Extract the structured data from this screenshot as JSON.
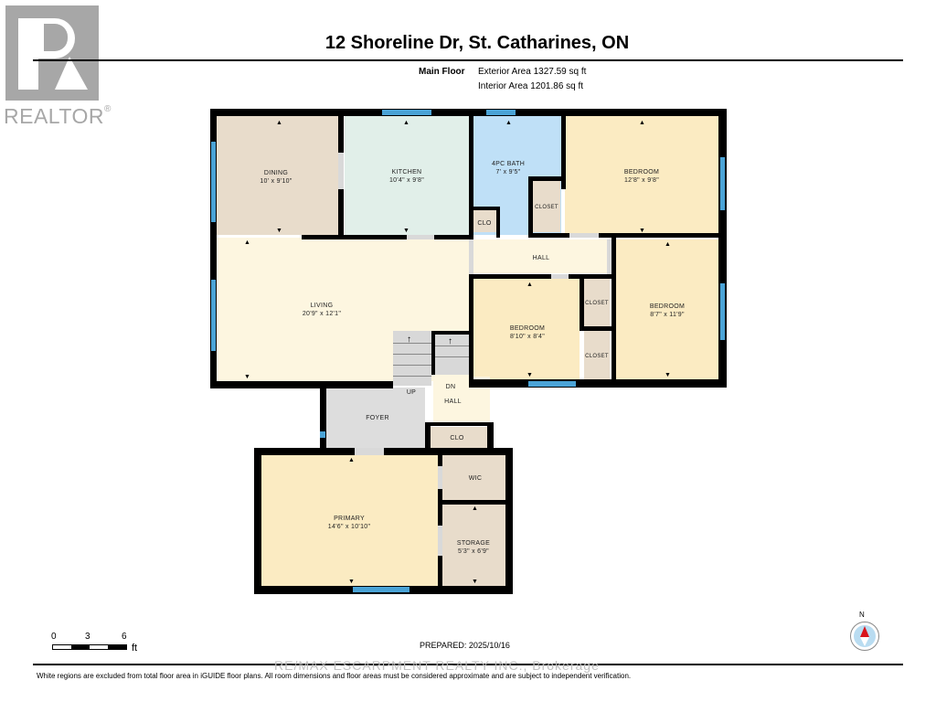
{
  "logo": {
    "text": "REALTOR",
    "reg": "®"
  },
  "title": "12 Shoreline Dr, St. Catharines, ON",
  "floor": {
    "name": "Main Floor",
    "exterior_area": "Exterior Area 1327.59 sq ft",
    "interior_area": "Interior Area 1201.86 sq ft"
  },
  "rooms": {
    "dining": {
      "name": "DINING",
      "dims": "10' x 9'10\""
    },
    "kitchen": {
      "name": "KITCHEN",
      "dims": "10'4\" x 9'8\""
    },
    "bath": {
      "name": "4PC BATH",
      "dims": "7' x 9'5\""
    },
    "bedroom1": {
      "name": "BEDROOM",
      "dims": "12'8\" x 9'8\""
    },
    "bedroom2": {
      "name": "BEDROOM",
      "dims": "8'7\" x 11'9\""
    },
    "bedroom3": {
      "name": "BEDROOM",
      "dims": "8'10\" x 8'4\""
    },
    "living": {
      "name": "LIVING",
      "dims": "20'9\" x 12'1\""
    },
    "hall_upper": {
      "name": "HALL"
    },
    "hall_lower": {
      "name": "HALL"
    },
    "foyer": {
      "name": "FOYER"
    },
    "primary": {
      "name": "PRIMARY",
      "dims": "14'6\" x 10'10\""
    },
    "storage": {
      "name": "STORAGE",
      "dims": "5'3\" x 6'9\""
    },
    "wic": {
      "name": "WIC"
    },
    "clo_bath": {
      "name": "CLO"
    },
    "clo_hall": {
      "name": "CLO"
    },
    "closet1": {
      "name": "CLOSET"
    },
    "closet2": {
      "name": "CLOSET"
    },
    "closet3": {
      "name": "CLOSET"
    },
    "stairs_up": {
      "name": "UP"
    },
    "stairs_dn": {
      "name": "DN"
    }
  },
  "colors": {
    "dining": "#e8dccb",
    "kitchen": "#e1efe9",
    "bath": "#bfe0f7",
    "bedroom": "#fbebc2",
    "living": "#fdf6e0",
    "hall": "#fdf6e0",
    "foyer": "#dddddd",
    "closet": "#e8dccb",
    "window": "#4aa3d6"
  },
  "scale": {
    "ticks": [
      "0",
      "3",
      "6"
    ],
    "unit": "ft"
  },
  "prepared": "PREPARED: 2025/10/16",
  "compass": {
    "label": "N"
  },
  "watermark": "RE/MAX ESCARPMENT REALTY INC., Brokerage",
  "disclaimer": "White regions are excluded from total floor area in iGUIDE floor plans. All room dimensions and floor areas must be considered approximate and are subject to independent verification."
}
